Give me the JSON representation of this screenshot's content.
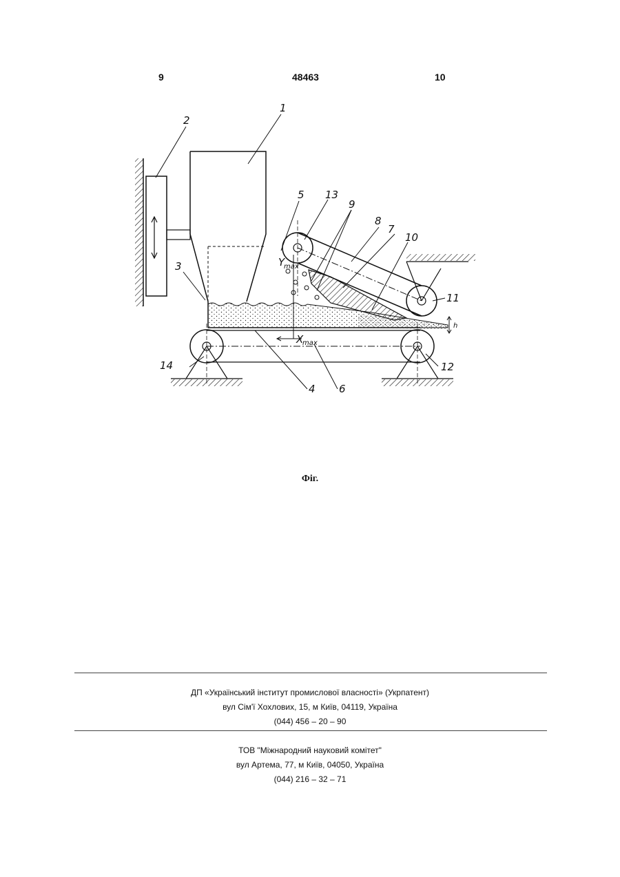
{
  "header": {
    "page_left": "9",
    "patent_number": "48463",
    "page_right": "10"
  },
  "figure": {
    "labels": [
      "1",
      "2",
      "3",
      "4",
      "5",
      "6",
      "7",
      "8",
      "9",
      "10",
      "11",
      "12",
      "13",
      "14"
    ],
    "axis_labels": {
      "y": "Y",
      "y_sub": "max",
      "x": "X",
      "x_sub": "max",
      "h": "h"
    }
  },
  "caption": "Фіг.",
  "footer": {
    "publisher": {
      "name": "ДП «Український інститут промислової власності» (Укрпатент)",
      "address": "вул  Сім'ї Хохлових, 15, м  Київ, 04119, Україна",
      "phone": "(044) 456 – 20 –  90"
    },
    "printer": {
      "name": "ТОВ \"Міжнародний науковий комітет\"",
      "address": "вул  Артема, 77, м  Київ, 04050, Україна",
      "phone": "(044) 216 – 32 – 71"
    }
  }
}
